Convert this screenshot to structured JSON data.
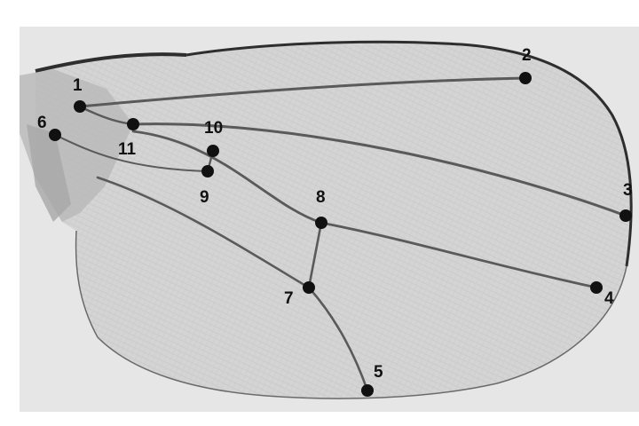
{
  "image": {
    "subject": "insect-wing-micrograph",
    "background_color": "#ffffff",
    "field_color": "#e6e6e6",
    "membrane_color": "#d4d4d4",
    "vein_color": "#5a5a5a",
    "marker_color": "#111111"
  },
  "landmarks": [
    {
      "label": "1"
    },
    {
      "label": "2"
    },
    {
      "label": "3"
    },
    {
      "label": "4"
    },
    {
      "label": "5"
    },
    {
      "label": "6"
    },
    {
      "label": "7"
    },
    {
      "label": "8"
    },
    {
      "label": "9"
    },
    {
      "label": "10"
    },
    {
      "label": "11"
    }
  ]
}
